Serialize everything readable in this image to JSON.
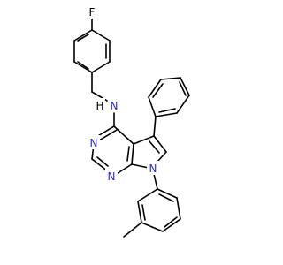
{
  "structure": {
    "atoms": [
      {
        "id": "F",
        "label": "F"
      },
      {
        "id": "NH",
        "label": "N"
      },
      {
        "id": "H",
        "label": "H"
      },
      {
        "id": "N3",
        "label": "N"
      },
      {
        "id": "N1",
        "label": "N"
      },
      {
        "id": "N7",
        "label": "N"
      }
    ]
  }
}
